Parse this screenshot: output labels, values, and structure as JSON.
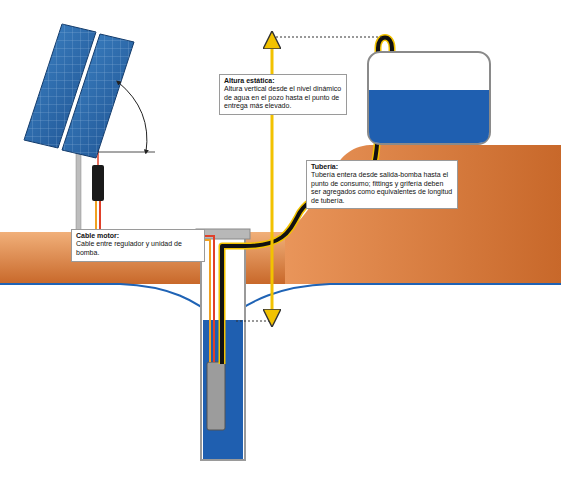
{
  "diagram": {
    "nodes": [
      {
        "text": [
          "Altura estática:",
          "Altura vertical desde el nivel dinámico de agua en el pozo hasta el punto de entrega más elevado."
        ]
      },
      {
        "text": [
          "Tubería:",
          "Tubería entera desde salida-bomba hasta el punto de consumo; fittings y grifería deben ser agregados como equivalentes de longitud de tubería."
        ]
      },
      {
        "text": [
          "Cable motor:",
          "Cable entre regulador y unidad de bomba."
        ]
      }
    ]
  }
}
